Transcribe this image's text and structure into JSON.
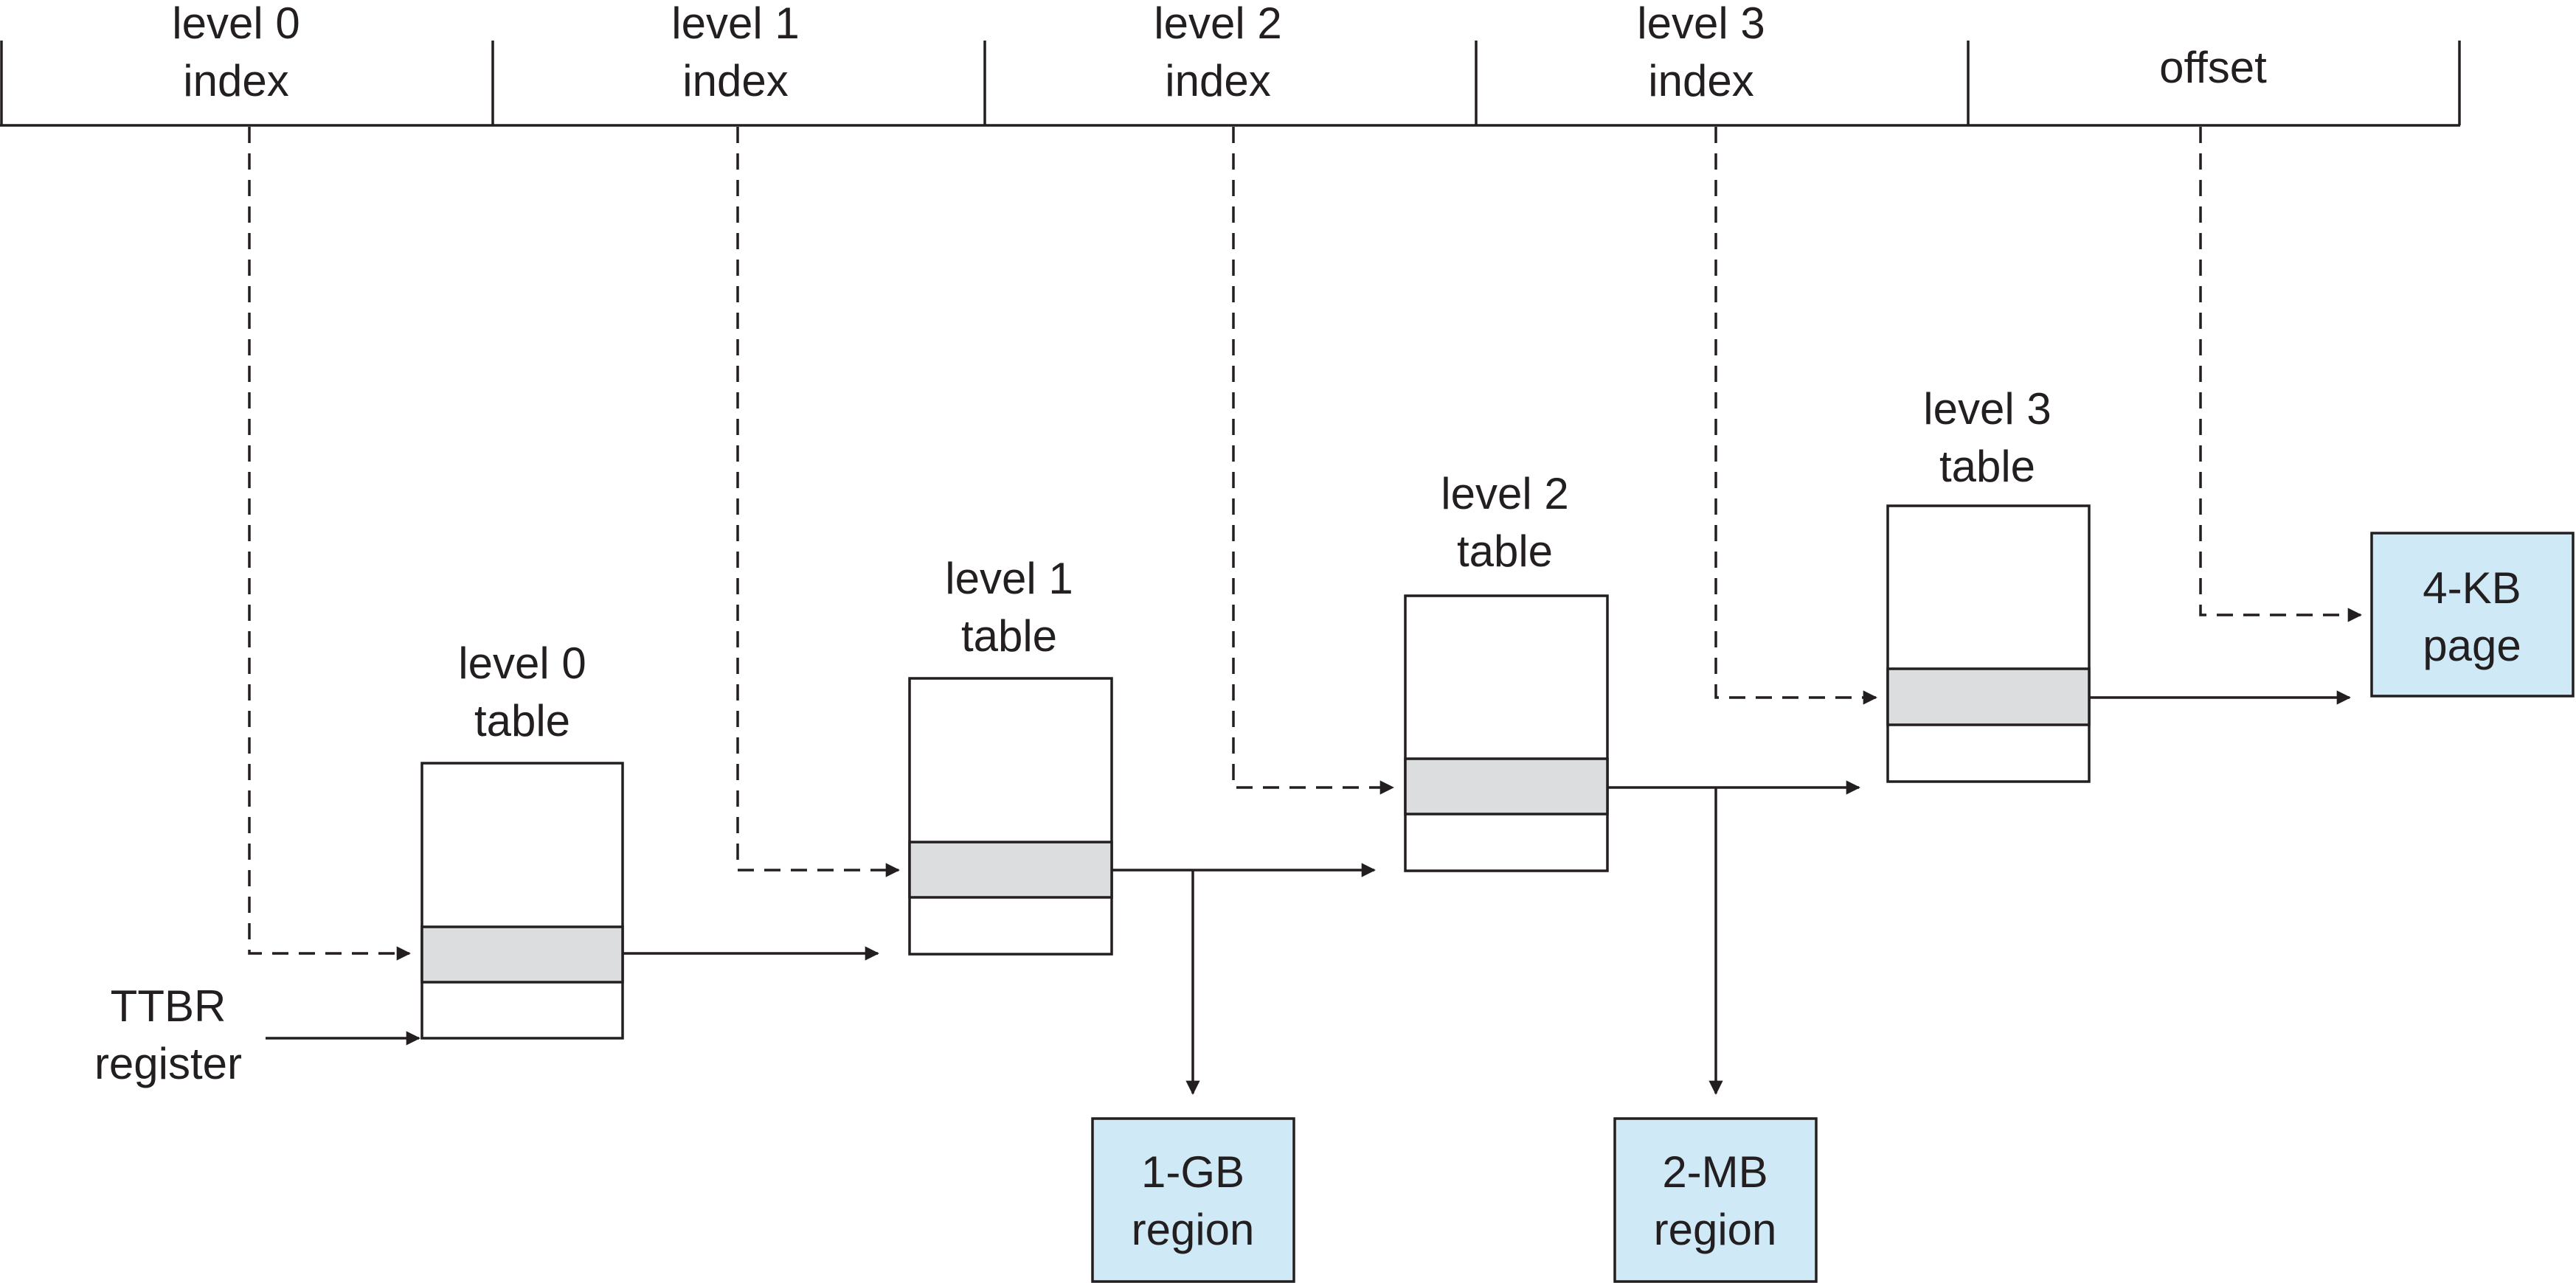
{
  "address_fields": [
    {
      "line1": "level 0",
      "line2": "index"
    },
    {
      "line1": "level 1",
      "line2": "index"
    },
    {
      "line1": "level 2",
      "line2": "index"
    },
    {
      "line1": "level 3",
      "line2": "index"
    },
    {
      "line1": "offset",
      "line2": ""
    }
  ],
  "tables": [
    {
      "line1": "level 0",
      "line2": "table"
    },
    {
      "line1": "level 1",
      "line2": "table"
    },
    {
      "line1": "level 2",
      "line2": "table"
    },
    {
      "line1": "level 3",
      "line2": "table"
    }
  ],
  "ttbr": {
    "line1": "TTBR",
    "line2": "register"
  },
  "regions": [
    {
      "line1": "1-GB",
      "line2": "region"
    },
    {
      "line1": "2-MB",
      "line2": "region"
    },
    {
      "line1": "4-KB",
      "line2": "page"
    }
  ],
  "colors": {
    "region_fill": "#cfe9f6",
    "entry_fill": "#dcdddf",
    "line": "#231f20"
  }
}
